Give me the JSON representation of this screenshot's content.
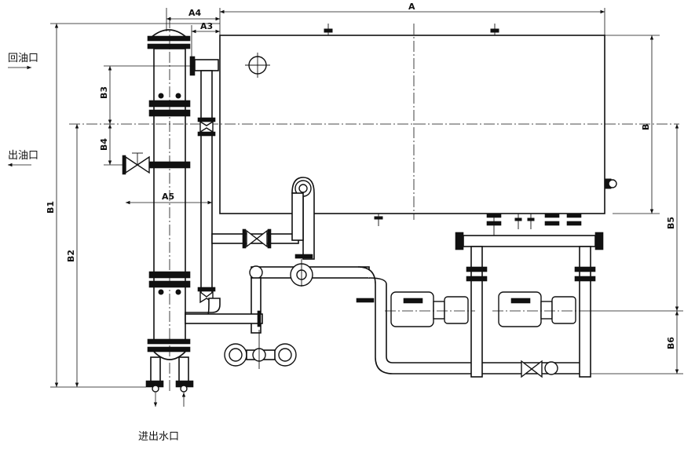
{
  "labels": {
    "return_oil_port": "回油口",
    "outlet_oil_port": "出油口",
    "water_inlet_outlet": "进出水口"
  },
  "dimensions": {
    "A": "A",
    "A3": "A3",
    "A4": "A4",
    "A5": "A5",
    "B": "B",
    "B1": "B1",
    "B2": "B2",
    "B3": "B3",
    "B4": "B4",
    "B5": "B5",
    "B6": "B6"
  }
}
